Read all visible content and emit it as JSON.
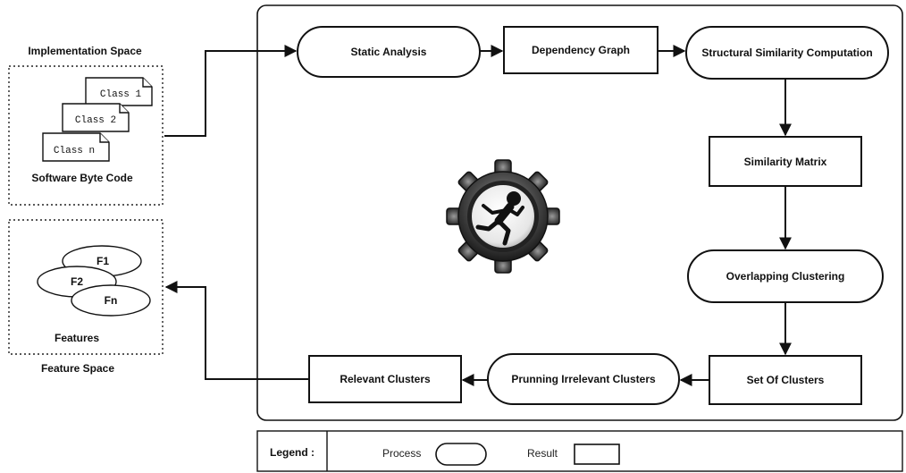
{
  "implementation_space": {
    "title": "Implementation Space",
    "classes": [
      "Class 1",
      "Class 2",
      "Class n"
    ],
    "caption": "Software Byte Code"
  },
  "feature_space": {
    "title": "Feature Space",
    "features": [
      "F1",
      "F2",
      "Fn"
    ],
    "caption": "Features"
  },
  "pipeline": {
    "static_analysis": "Static Analysis",
    "dependency_graph": "Dependency Graph",
    "structural_similarity": "Structural Similarity Computation",
    "similarity_matrix": "Similarity Matrix",
    "overlapping_clustering": "Overlapping Clustering",
    "set_of_clusters": "Set Of Clusters",
    "prunning": "Prunning Irrelevant Clusters",
    "relevant_clusters": "Relevant Clusters"
  },
  "legend": {
    "title": "Legend :",
    "process_label": "Process",
    "result_label": "Result"
  },
  "icon": "gear-running-man-icon"
}
